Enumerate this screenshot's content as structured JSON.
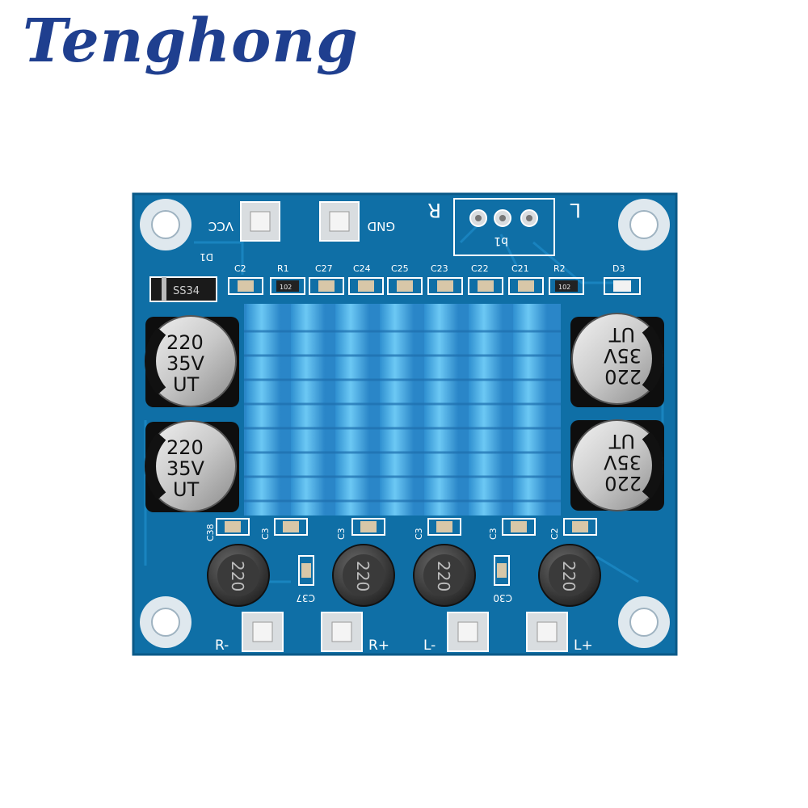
{
  "brand": "Tenghong",
  "pcb": {
    "colors": {
      "board": "#0f6fa6",
      "heatsink": "#3fb0e8",
      "silk": "#ffffff",
      "brand": "#1f3f8f"
    },
    "pins_top": [
      "VCC",
      "GND"
    ],
    "channel_left_label": "R",
    "channel_right_label": "L",
    "pot_label": "b1",
    "diode_label": "D1",
    "diode_marking": "SS34",
    "led_label": "D3",
    "top_components": [
      "C2",
      "R1",
      "C27",
      "C24",
      "C25",
      "C23",
      "C22",
      "C21",
      "R2"
    ],
    "resistor_marking": "102",
    "capacitors": [
      {
        "line1": "220",
        "line2": "35V",
        "line3": "UT"
      },
      {
        "line1": "220",
        "line2": "35V",
        "line3": "UT"
      },
      {
        "line1": "220",
        "line2": "35V",
        "line3": "UT"
      },
      {
        "line1": "220",
        "line2": "35V",
        "line3": "UT"
      }
    ],
    "bottom_component_labels": [
      "C38",
      "C3",
      "C3",
      "C3",
      "C3",
      "C2"
    ],
    "mid_labels": [
      "C37",
      "C30"
    ],
    "inductor_marking": "220",
    "outputs": [
      "R-",
      "R+",
      "L-",
      "L+"
    ]
  }
}
